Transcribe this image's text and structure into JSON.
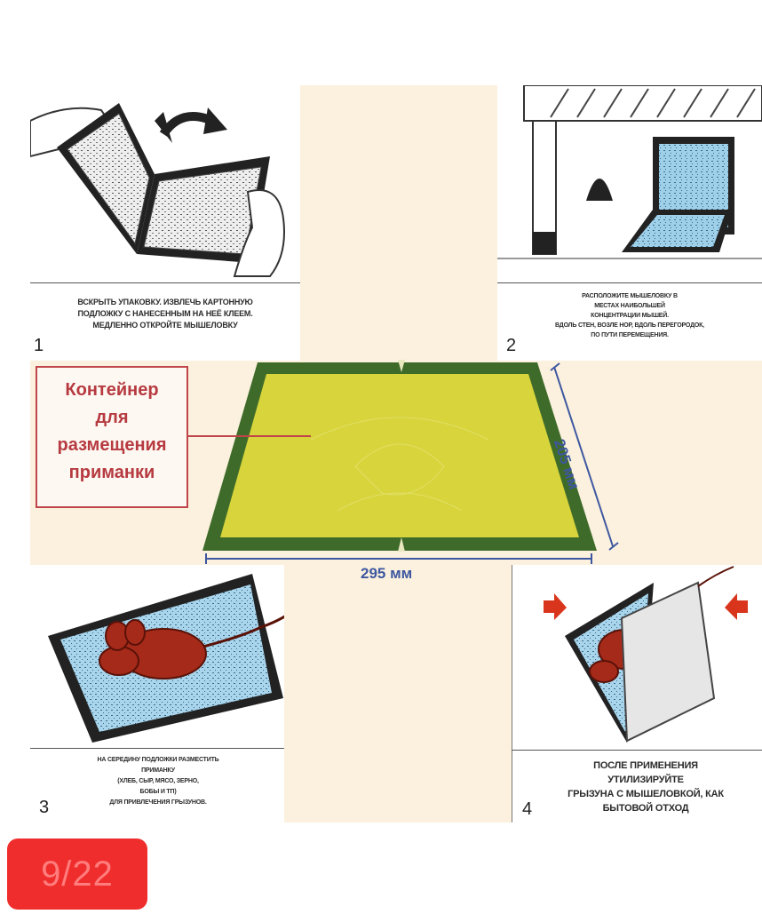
{
  "step1": {
    "number": "1",
    "caption": "ВСКРЫТЬ УПАКОВКУ. ИЗВЛЕЧЬ КАРТОННУЮ\nПОДЛОЖКУ С НАНЕСЕННЫМ НА НЕЁ КЛЕЕМ.\nМЕДЛЕННО ОТКРОЙТЕ МЫШЕЛОВКУ"
  },
  "step2": {
    "number": "2",
    "caption": "РАСПОЛОЖИТЕ МЫШЕЛОВКУ В\nМЕСТАХ НАИБОЛЬШЕЙ\nКОНЦЕНТРАЦИИ МЫШЕЙ.\nВДОЛЬ СТЕН, ВОЗЛЕ НОР, ВДОЛЬ ПЕРЕГОРОДОК,\nПО ПУТИ ПЕРЕМЕЩЕНИЯ."
  },
  "step3": {
    "number": "3",
    "caption": "НА СЕРЕДИНУ ПОДЛОЖКИ РАЗМЕСТИТЬ\nПРИМАНКУ\n(ХЛЕБ, СЫР, МЯСО, ЗЕРНО,\nБОБЫ И ТП)\nДЛЯ ПРИВЛЕЧЕНИЯ ГРЫЗУНОВ."
  },
  "step4": {
    "number": "4",
    "caption": "ПОСЛЕ ПРИМЕНЕНИЯ\nУТИЛИЗИРУЙТЕ\nГРЫЗУНА С МЫШЕЛОВКОЙ, КАК\nБЫТОВОЙ ОТХОД"
  },
  "callout": {
    "label": "Контейнер\nдля\nразмещения\nприманки"
  },
  "dimensions": {
    "width": "295 мм",
    "depth": "205 мм"
  },
  "pager": {
    "label": "9/22"
  },
  "colors": {
    "trap_border": "#3f6b2a",
    "glue": "#d9d63a",
    "callout": "#c0454a",
    "dimension": "#3e57a0",
    "badge": "#f02d2d"
  }
}
